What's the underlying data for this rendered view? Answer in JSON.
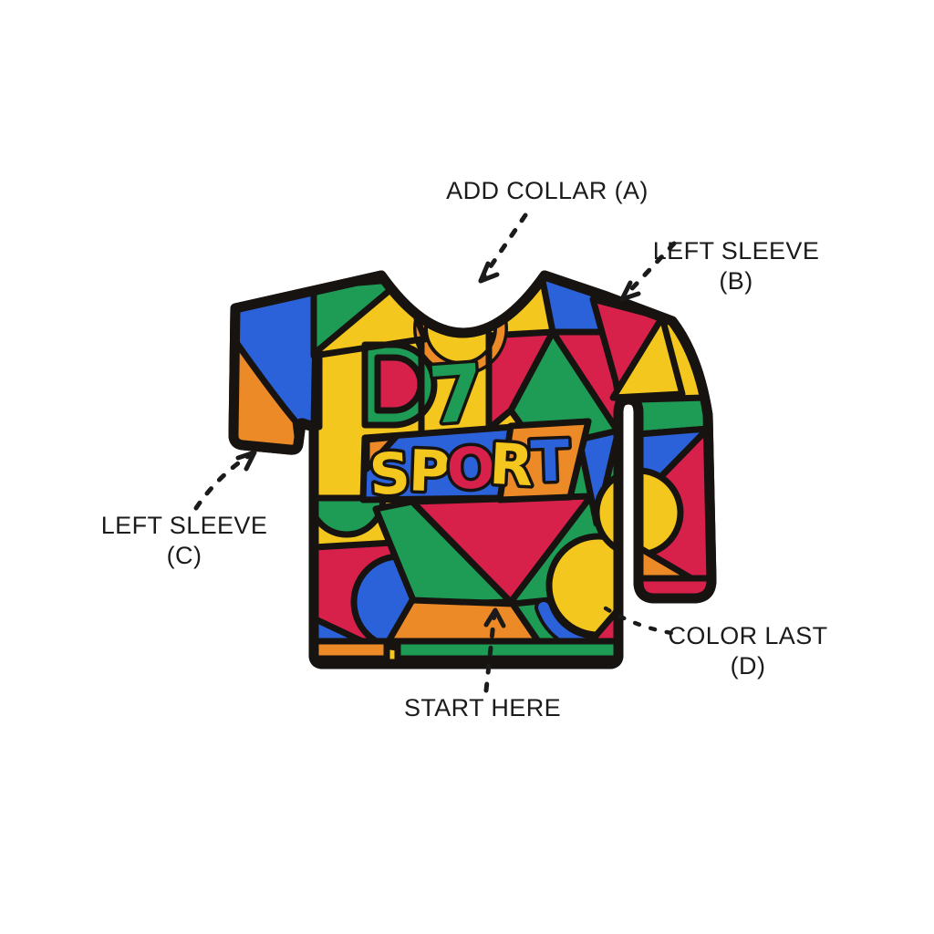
{
  "palette": {
    "red": "#D7214B",
    "blue": "#2B62D9",
    "green": "#1E9B55",
    "yellow": "#F3C71D",
    "orange": "#EC8A27",
    "ink": "#171310",
    "label": "#1b1b1b",
    "bg": "#ffffff"
  },
  "labels": {
    "add_collar": {
      "text": "ADD COLLAR (A)"
    },
    "sleeve_b": {
      "line1": "LEFT SLEEVE",
      "line2": "(B)"
    },
    "sleeve_c": {
      "line1": "LEFT SLEEVE",
      "line2": "(C)"
    },
    "color_last": {
      "line1": "COLOR LAST",
      "line2": "(D)"
    },
    "start_here": {
      "text": "START HERE"
    }
  },
  "shirt": {
    "number": "7",
    "brand": "SPORT",
    "sport_letters": [
      {
        "ch": "S",
        "color": "#F3C71D"
      },
      {
        "ch": "P",
        "color": "#F3C71D"
      },
      {
        "ch": "O",
        "color": "#D7214B"
      },
      {
        "ch": "R",
        "color": "#F3C71D"
      },
      {
        "ch": "T",
        "color": "#2B62D9"
      }
    ]
  }
}
